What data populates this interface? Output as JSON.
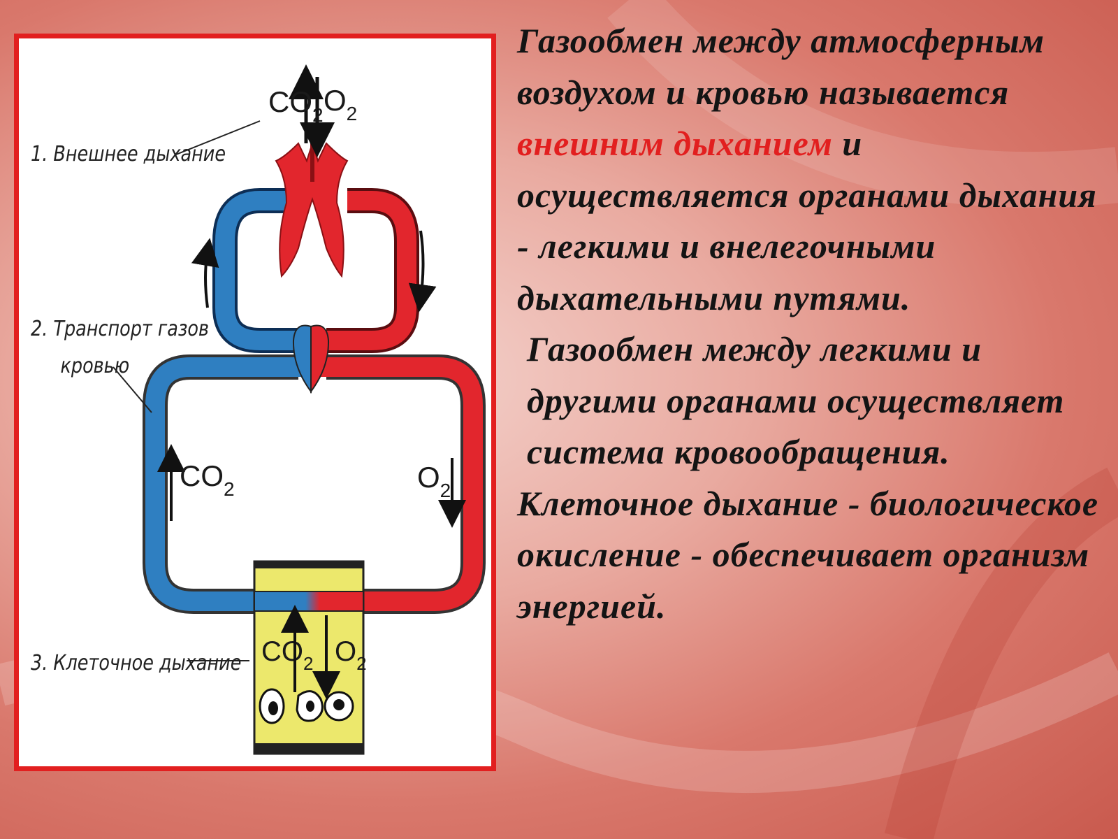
{
  "colors": {
    "venous": "#2f7fc1",
    "arterial": "#e2262d",
    "cell_box": "#ece86c",
    "frame": "#e21f1f",
    "highlight": "#e21f1f"
  },
  "diagram": {
    "labels": {
      "external": "1. Внешнее дыхание",
      "transport_line1": "2. Транспорт газов",
      "transport_line2": "кровью",
      "cellular": "3. Клеточное дыхание"
    },
    "gases": {
      "top_co2": "CO",
      "top_co2_sub": "2",
      "top_o2": "O",
      "top_o2_sub": "2",
      "mid_co2": "CO",
      "mid_co2_sub": "2",
      "mid_o2": "O",
      "mid_o2_sub": "2",
      "cell_co2": "CO",
      "cell_co2_sub": "2",
      "cell_o2": "O",
      "cell_o2_sub": "2"
    },
    "icons": [
      "lungs-icon",
      "heart-icon",
      "cell-icon",
      "arrow-up-icon",
      "arrow-down-icon"
    ]
  },
  "text": {
    "p1_a": "Газообмен между атмосферным воздухом и кровью называется ",
    "p1_highlight": "внешним дыханием",
    "p1_b": " и осуществляется органами дыхания - легкими и внелегочными дыхательными путями.",
    "p2": "Газообмен между легкими и другими органами осуществляет система кровообращения.",
    "p3": "Клеточное дыхание - биологическое окисление - обеспечивает организм энергией."
  }
}
